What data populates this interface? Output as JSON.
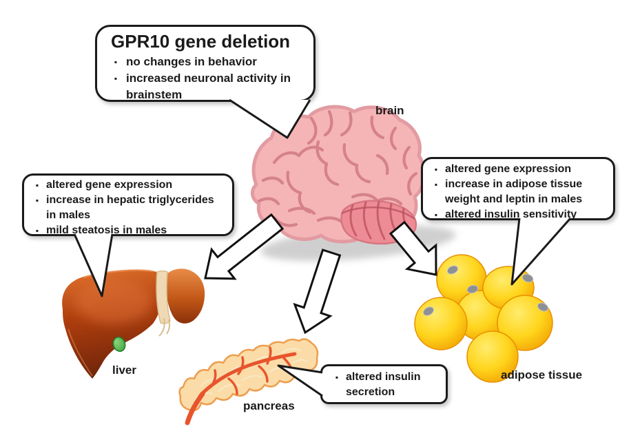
{
  "callouts": {
    "brain": {
      "title": "GPR10 gene deletion",
      "bullets": [
        "no changes in behavior",
        "increased neuronal activity in brainstem"
      ]
    },
    "liver": {
      "bullets": [
        "altered gene expression",
        "increase in hepatic triglycerides in males",
        "mild steatosis in males"
      ]
    },
    "adipose": {
      "bullets": [
        "altered gene expression",
        "increase in adipose tissue weight and leptin in males",
        "altered insulin sensitivity"
      ]
    },
    "pancreas": {
      "bullets": [
        "altered insulin secretion"
      ]
    }
  },
  "organ_labels": {
    "brain": "brain",
    "liver": "liver",
    "pancreas": "pancreas",
    "adipose": "adipose tissue"
  },
  "ui": {
    "bullet_char": "▪"
  },
  "colors": {
    "bubble_border": "#1a1a1a",
    "bubble_fill": "#ffffff",
    "text": "#1a1a1a",
    "arrow_fill": "#ffffff",
    "arrow_stroke": "#111111",
    "shadow": "#c7c7c7",
    "brain_fill": "#f5b4b6",
    "brain_outline": "#e29ba1",
    "brain_lines": "#d5828a",
    "cerebellum_fill": "#ed8c95",
    "cerebellum_outline": "#d77680",
    "cerebellum_lines": "#c75e6b",
    "liver_top": "#e2742f",
    "liver_mid": "#b03f0e",
    "liver_dark": "#70250a",
    "liver_right_top": "#e98c48",
    "liver_rim": "#ed9355",
    "ligament": "#efd9b4",
    "ligament_edge": "#d8bc8e",
    "gallbladder": "#3fa845",
    "gallbladder_light": "#8ed37b",
    "gallbladder_dark": "#1f7a2a",
    "pancreas_fill": "#fbdca8",
    "pancreas_border": "#ec9e4e",
    "pancreas_texture": "#f7e9c8",
    "duct": "#e8542c",
    "fat_light": "#ffec6e",
    "fat_mid": "#ffd51c",
    "fat_deep": "#f2a003",
    "fat_edge": "#e79000",
    "nucleus": "#8f9094",
    "nucleus_rim": "#c2c6cc"
  }
}
